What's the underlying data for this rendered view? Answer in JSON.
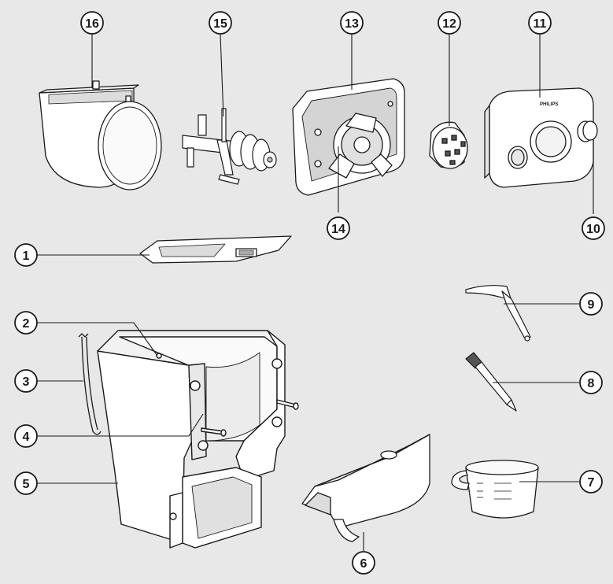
{
  "brand_text": "PHILIPS",
  "colors": {
    "background": "#e8e8e8",
    "part_fill": "#ffffff",
    "line": "#1a1a1a",
    "shade": "#c8c8c8"
  },
  "callouts": [
    {
      "id": "1",
      "label": "1"
    },
    {
      "id": "2",
      "label": "2"
    },
    {
      "id": "3",
      "label": "3"
    },
    {
      "id": "4",
      "label": "4"
    },
    {
      "id": "5",
      "label": "5"
    },
    {
      "id": "6",
      "label": "6"
    },
    {
      "id": "7",
      "label": "7"
    },
    {
      "id": "8",
      "label": "8"
    },
    {
      "id": "9",
      "label": "9"
    },
    {
      "id": "10",
      "label": "10"
    },
    {
      "id": "11",
      "label": "11"
    },
    {
      "id": "12",
      "label": "12"
    },
    {
      "id": "13",
      "label": "13"
    },
    {
      "id": "14",
      "label": "14"
    },
    {
      "id": "15",
      "label": "15"
    },
    {
      "id": "16",
      "label": "16"
    }
  ]
}
